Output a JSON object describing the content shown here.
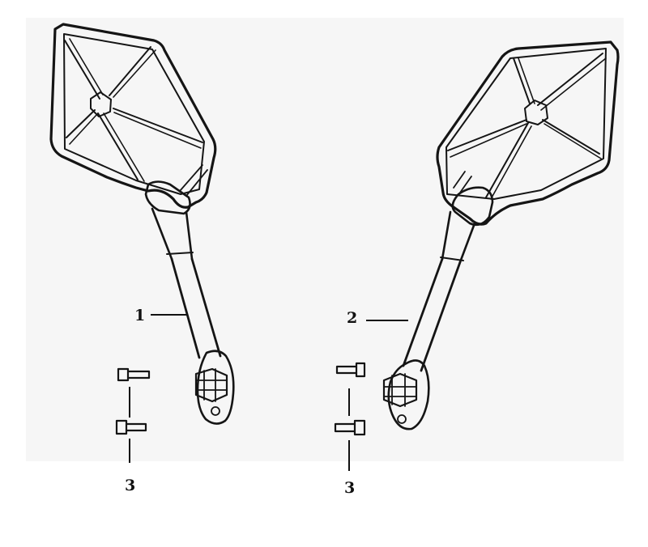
{
  "diagram": {
    "background": "#ffffff",
    "panel_tint": "#f6f6f6",
    "line_color": "#151515",
    "parts": [
      {
        "id": "1",
        "name": "left-mirror"
      },
      {
        "id": "2",
        "name": "right-mirror"
      },
      {
        "id": "3",
        "name": "mounting-bolt"
      }
    ],
    "callouts": [
      {
        "label": "1"
      },
      {
        "label": "2"
      },
      {
        "label": "3"
      },
      {
        "label": "3"
      }
    ]
  }
}
